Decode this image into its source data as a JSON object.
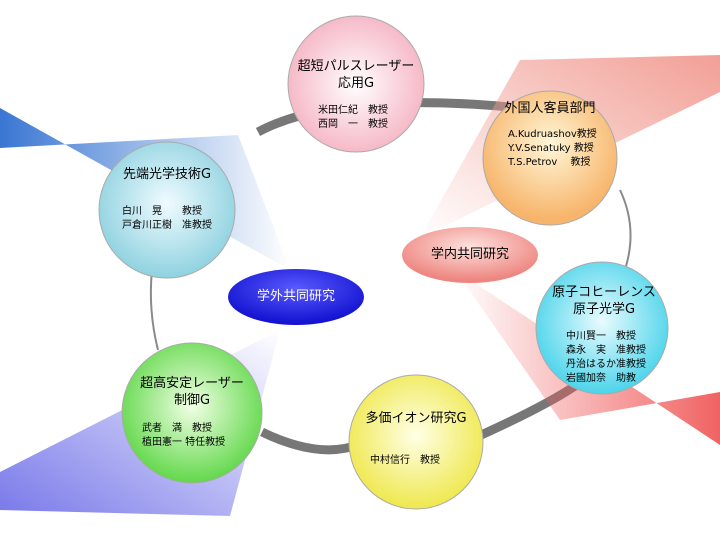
{
  "hubs": {
    "external": {
      "label": "学外共同研究",
      "color": "#2323e0"
    },
    "internal": {
      "label": "学内共同研究",
      "color": "#f08a86"
    }
  },
  "groups": [
    {
      "id": "ultrafast",
      "title_lines": [
        "超短パルスレーザー",
        "応用G"
      ],
      "members": [
        "米田仁紀　教授",
        "西岡　一　教授"
      ]
    },
    {
      "id": "foreign",
      "title_lines": [
        "外国人客員部門"
      ],
      "members": [
        "A.Kudruashov教授",
        "Y.V.Senatuky 教授",
        "T.S.Petrov　 教授"
      ]
    },
    {
      "id": "coherence",
      "title_lines": [
        "原子コヒーレンス",
        "原子光学G"
      ],
      "members": [
        "中川賢一　教授",
        "森永　実　准教授",
        "丹治はるか准教授",
        "岩國加奈　助教"
      ]
    },
    {
      "id": "multicharged",
      "title_lines": [
        "多価イオン研究G"
      ],
      "members": [
        "中村信行　教授"
      ]
    },
    {
      "id": "stabilized",
      "title_lines": [
        "超高安定レーザー",
        "制御G"
      ],
      "members": [
        "武者　満　教授",
        "植田憲一 特任教授"
      ]
    },
    {
      "id": "advanced",
      "title_lines": [
        "先端光学技術G"
      ],
      "members": [
        "白川　晃　　教授",
        "戸倉川正樹　准教授"
      ]
    }
  ],
  "colors": {
    "ring": "#7a7a7a",
    "ring_thin": "#9a9a9a",
    "blue_band": "#2f6fd0",
    "purple_band": "#6a6ae8",
    "red_band": "#f05a5a",
    "salmon_band": "#f19a90"
  }
}
